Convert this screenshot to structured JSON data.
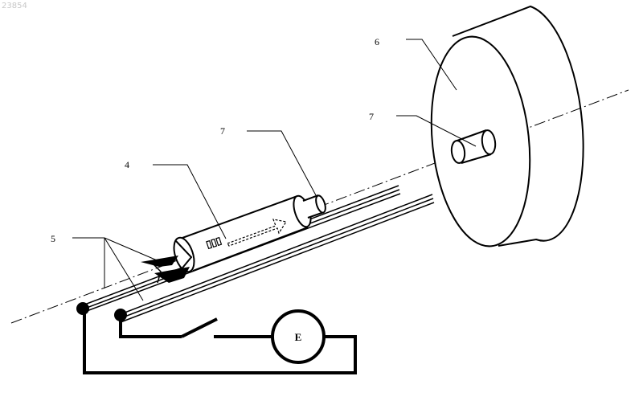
{
  "watermark": "23854",
  "callouts": {
    "label_6": "6",
    "label_7_disc": "7",
    "label_7_tube": "7",
    "label_4": "4",
    "label_5": "5"
  },
  "power_source": {
    "label": "E"
  },
  "colors": {
    "ink": "#000000",
    "background": "#ffffff",
    "watermark": "#c8c8c8"
  }
}
